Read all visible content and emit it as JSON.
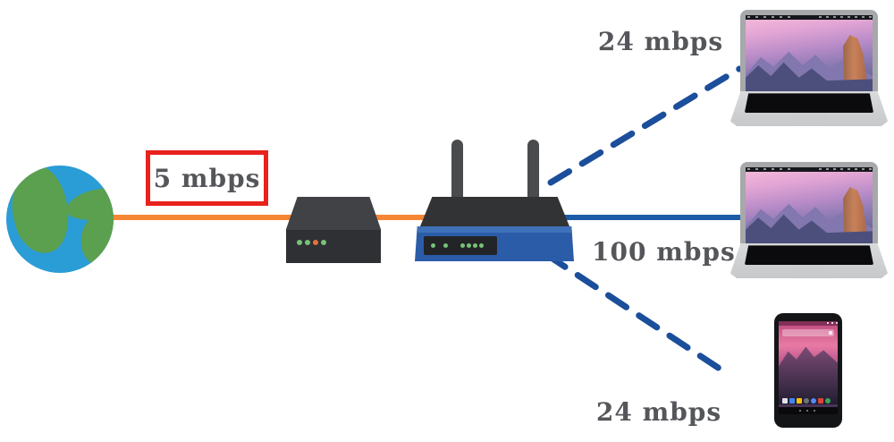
{
  "diagram": {
    "type": "network-bandwidth-diagram",
    "background": "#ffffff",
    "nodes": {
      "internet": {
        "icon": "globe-icon"
      },
      "modem": {
        "icon": "modem-icon",
        "leds": [
          "green",
          "green",
          "orange",
          "green"
        ]
      },
      "router": {
        "icon": "wireless-router-icon",
        "leds": [
          "green",
          "green",
          "green",
          "green",
          "green",
          "green"
        ]
      },
      "laptop_top": {
        "icon": "laptop-icon"
      },
      "laptop_middle": {
        "icon": "laptop-icon"
      },
      "tablet": {
        "icon": "tablet-icon"
      }
    },
    "links": {
      "wan": {
        "label": "5 mbps",
        "style": "solid",
        "color": "#f58634",
        "highlighted": true
      },
      "wifi_top": {
        "label": "24 mbps",
        "style": "dashed",
        "color": "#1b4e9b"
      },
      "lan": {
        "label": "100 mbps",
        "style": "solid",
        "color": "#1e5ba7"
      },
      "wifi_bottom": {
        "label": "24 mbps",
        "style": "dashed",
        "color": "#1b4e9b"
      }
    },
    "colors": {
      "label_text": "#55565a",
      "highlight_border": "#e8221c",
      "globe_ocean": "#2a9cd6",
      "globe_land": "#5ba04f",
      "router_body": "#2b5ca8",
      "device_dark": "#323335",
      "led_green": "#76c276",
      "led_orange": "#e4703a"
    }
  }
}
